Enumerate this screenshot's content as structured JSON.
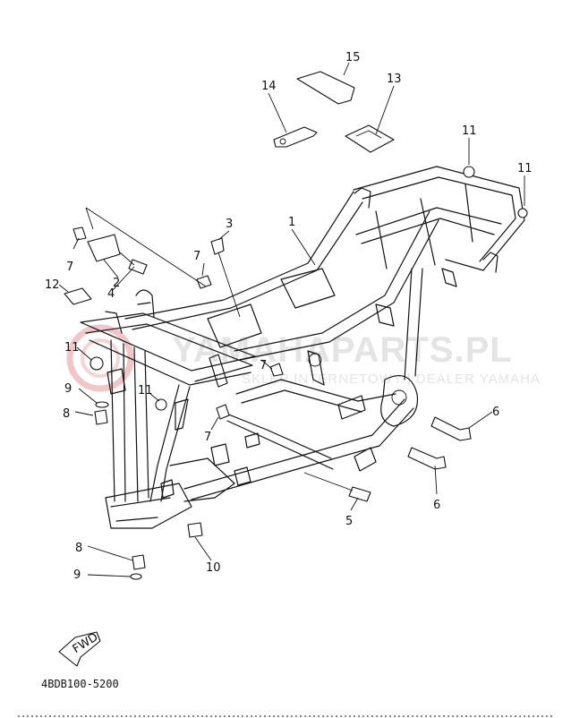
{
  "watermark": {
    "brand": "YAMAHAPARTS.PL",
    "tagline": "SKLEP INTERNETOWY | DEALER YAMAHA",
    "colors": {
      "logo_ring": "#f2c6c6",
      "text": "#e4e4e4"
    }
  },
  "diagram": {
    "part_code": "4BDB100-5200",
    "fwd_label": "FWD",
    "callouts": {
      "c1": "1",
      "c2": "2",
      "c3": "3",
      "c4": "4",
      "c5": "5",
      "c6a": "6",
      "c6b": "6",
      "c7a": "7",
      "c7b": "7",
      "c7c": "7",
      "c7d": "7",
      "c8a": "8",
      "c8b": "8",
      "c9a": "9",
      "c9b": "9",
      "c10": "10",
      "c11a": "11",
      "c11b": "11",
      "c11c": "11",
      "c11d": "11",
      "c12": "12",
      "c13": "13",
      "c14": "14",
      "c15": "15"
    }
  }
}
